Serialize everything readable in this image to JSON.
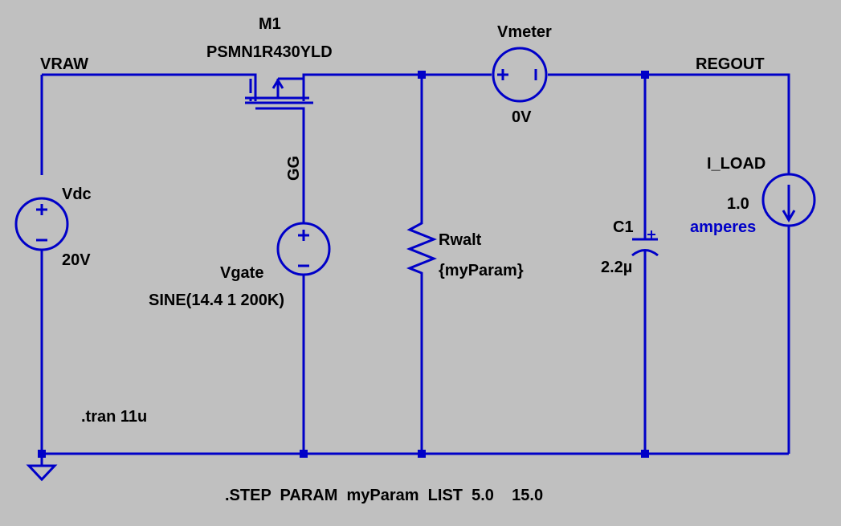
{
  "nets": {
    "vraw": "VRAW",
    "regout": "REGOUT",
    "gg": "GG"
  },
  "components": {
    "m1": {
      "ref": "M1",
      "value": "PSMN1R430YLD"
    },
    "vmeter": {
      "ref": "Vmeter",
      "value": "0V"
    },
    "vdc": {
      "ref": "Vdc",
      "value": "20V"
    },
    "vgate": {
      "ref": "Vgate",
      "value": "SINE(14.4 1 200K)"
    },
    "rwalt": {
      "ref": "Rwalt",
      "value": "{myParam}"
    },
    "c1": {
      "ref": "C1",
      "value": "2.2µ"
    },
    "i_load": {
      "ref": "I_LOAD",
      "value": "1.0",
      "unit": "amperes"
    }
  },
  "directives": {
    "tran": ".tran 11u",
    "step": ".STEP  PARAM  myParam  LIST  5.0    15.0"
  },
  "colors": {
    "background": "#c0c0c0",
    "wire": "#0000c8",
    "text": "#000000"
  }
}
